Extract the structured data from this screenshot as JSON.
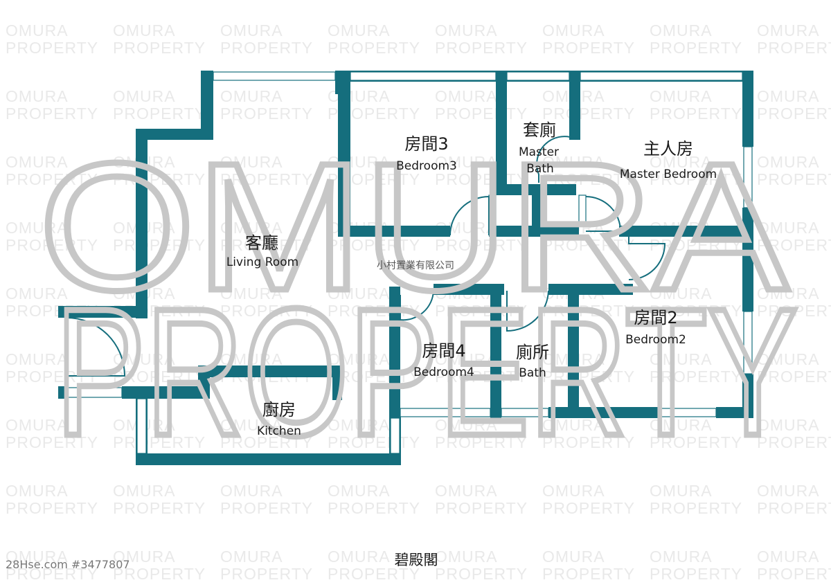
{
  "watermark": {
    "small_line1": "OMURA",
    "small_line2": "PROPERTY",
    "big_line1": "OMURA",
    "big_line2": "PROPERTY"
  },
  "company_name": "小村置業有限公司",
  "rooms": {
    "bedroom3": {
      "zh": "房間3",
      "en": "Bedroom3"
    },
    "master_bath": {
      "zh": "套廁",
      "en1": "Master",
      "en2": "Bath"
    },
    "master_bedroom": {
      "zh": "主人房",
      "en": "Master Bedroom"
    },
    "living_room": {
      "zh": "客廳",
      "en": "Living Room"
    },
    "bedroom2": {
      "zh": "房間2",
      "en": "Bedroom2"
    },
    "bedroom4": {
      "zh": "房間4",
      "en": "Bedroom4"
    },
    "bath": {
      "zh": "廁所",
      "en": "Bath"
    },
    "kitchen": {
      "zh": "廚房",
      "en": "Kitchen"
    }
  },
  "estate_name": "碧殿閣",
  "listing_ref": "28Hse.com #3477807",
  "colors": {
    "wall": "#156e7d",
    "watermark_small": "#e9e9e9",
    "watermark_big": "#c7c7c7"
  }
}
